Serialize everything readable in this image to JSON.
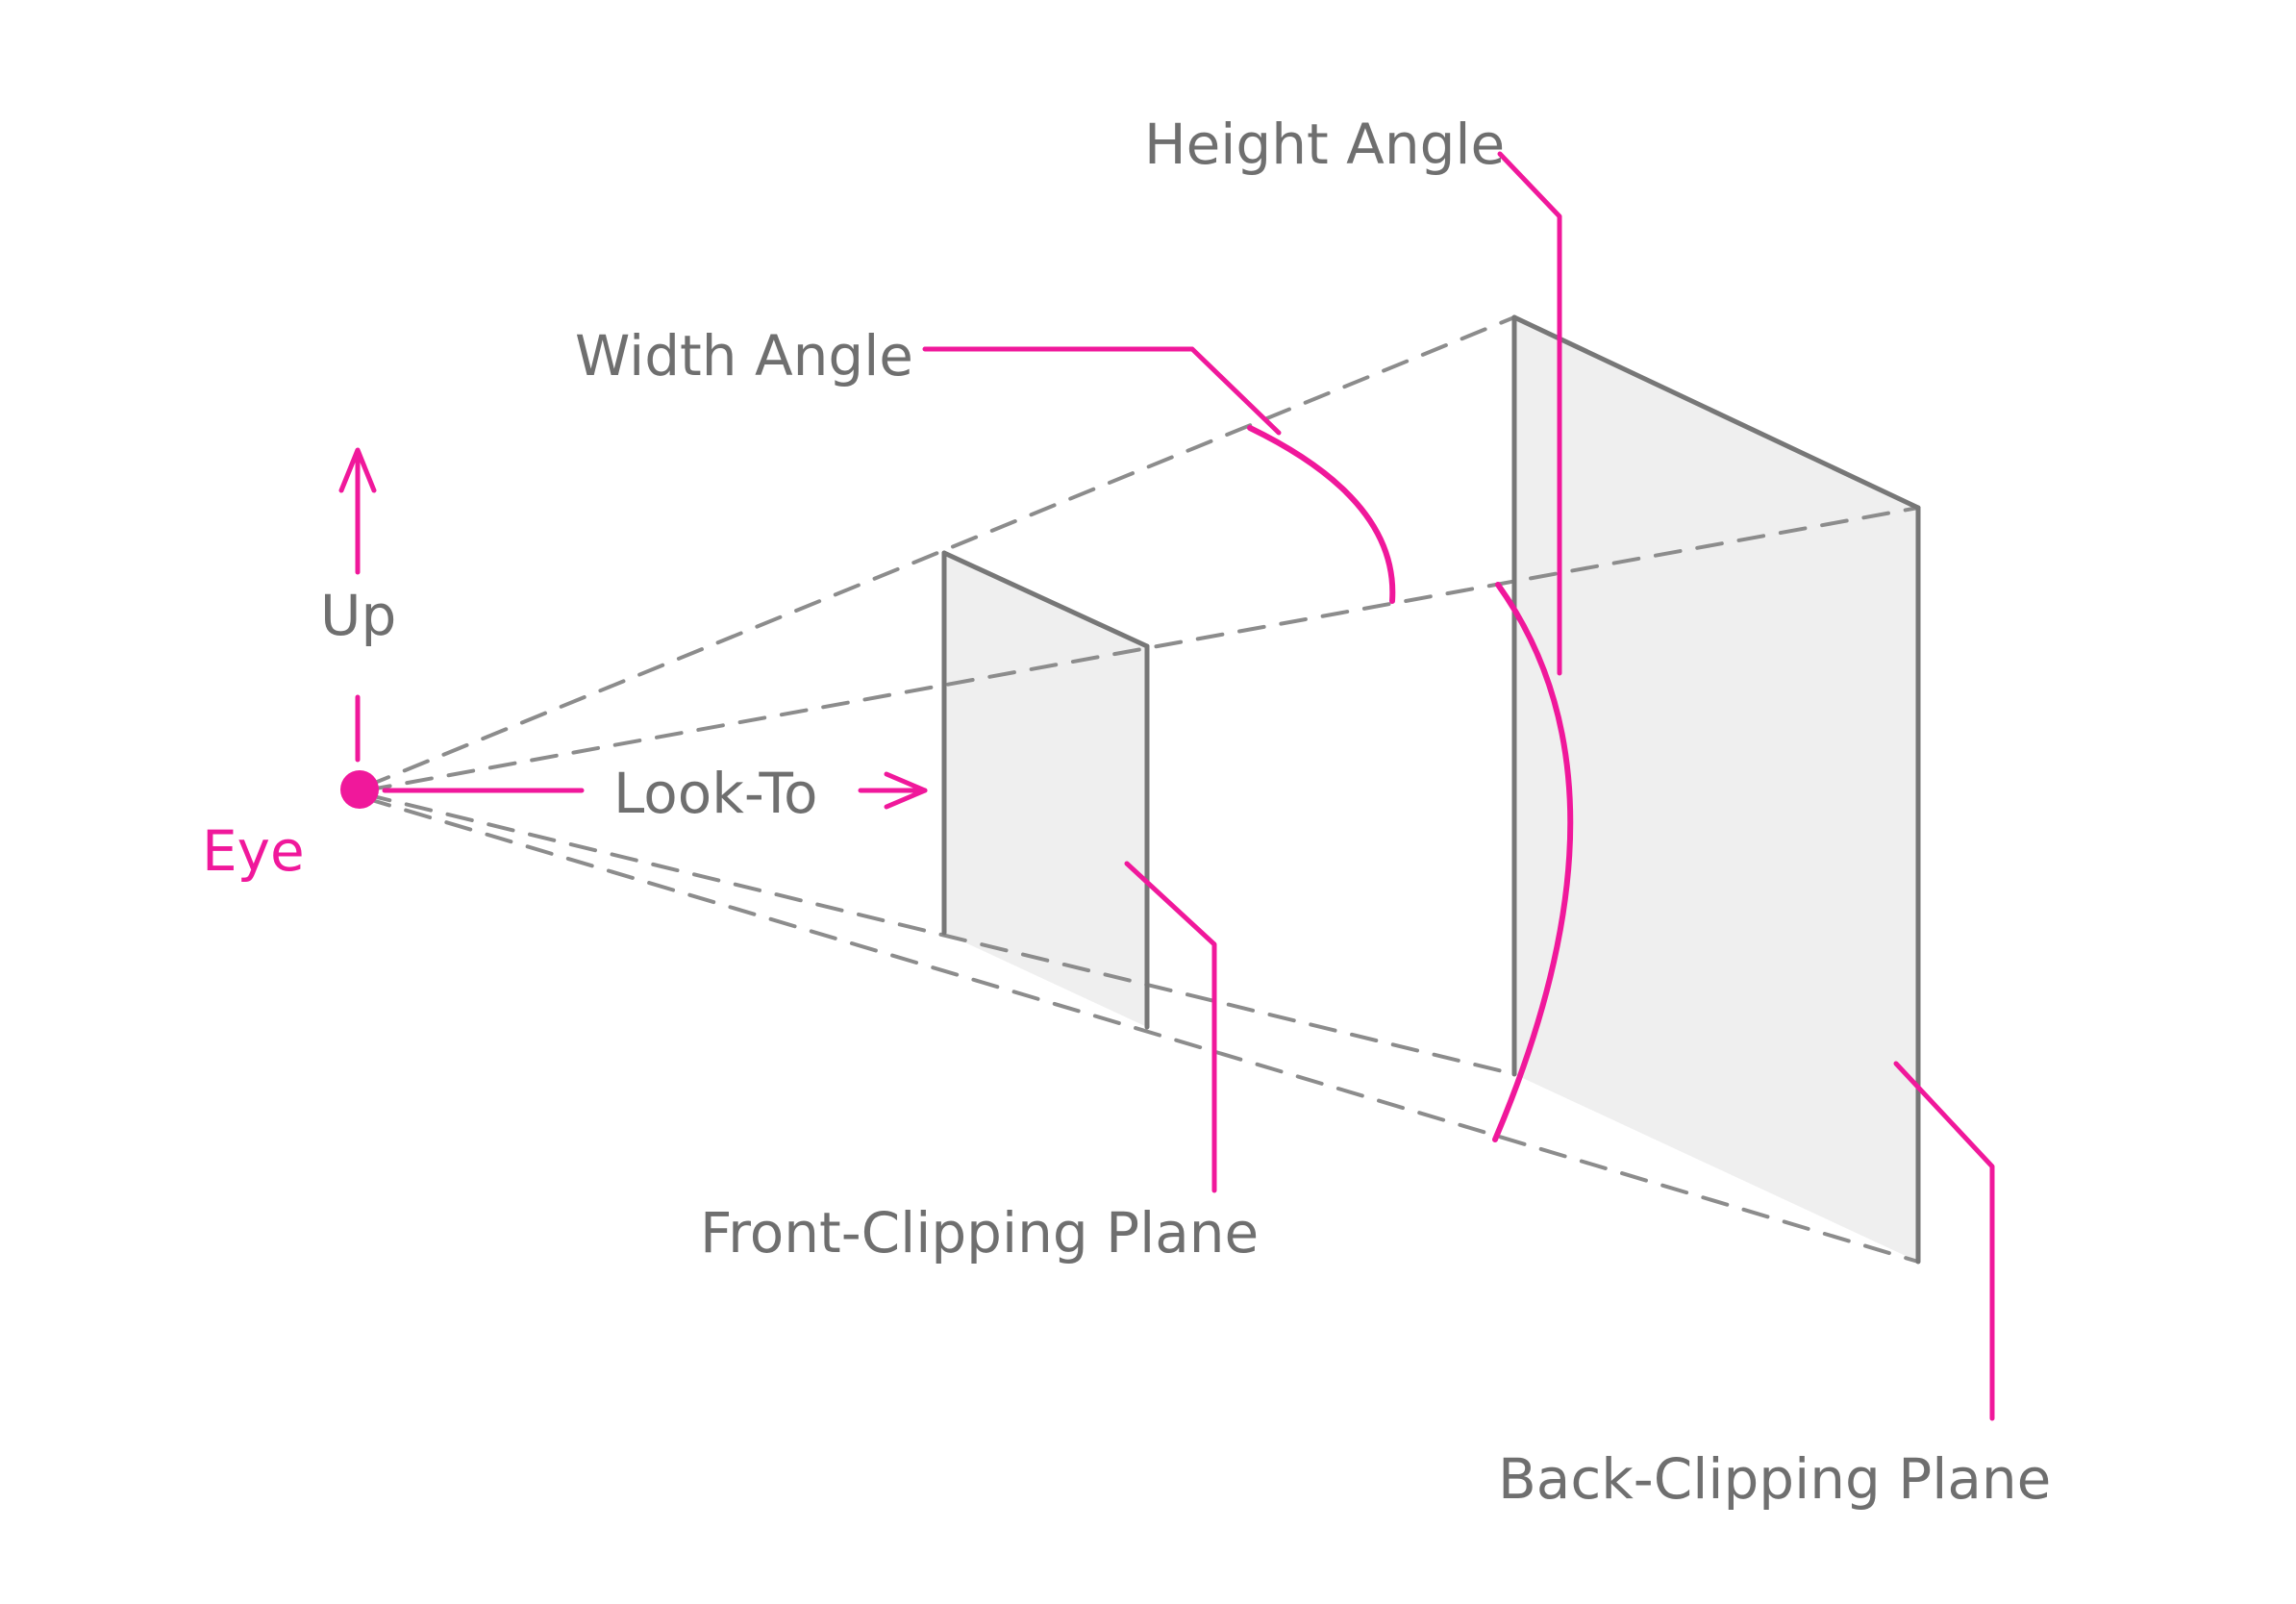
{
  "labels": {
    "height_angle": "Height Angle",
    "width_angle": "Width Angle",
    "up": "Up",
    "eye": "Eye",
    "look_to": "Look-To",
    "front_clipping_plane": "Front-Clipping Plane",
    "back_clipping_plane": "Back-Clipping Plane"
  },
  "colors": {
    "accent": "#f0189b",
    "line": "#777777",
    "plane": "#efefef",
    "text": "#6f6f6f"
  }
}
